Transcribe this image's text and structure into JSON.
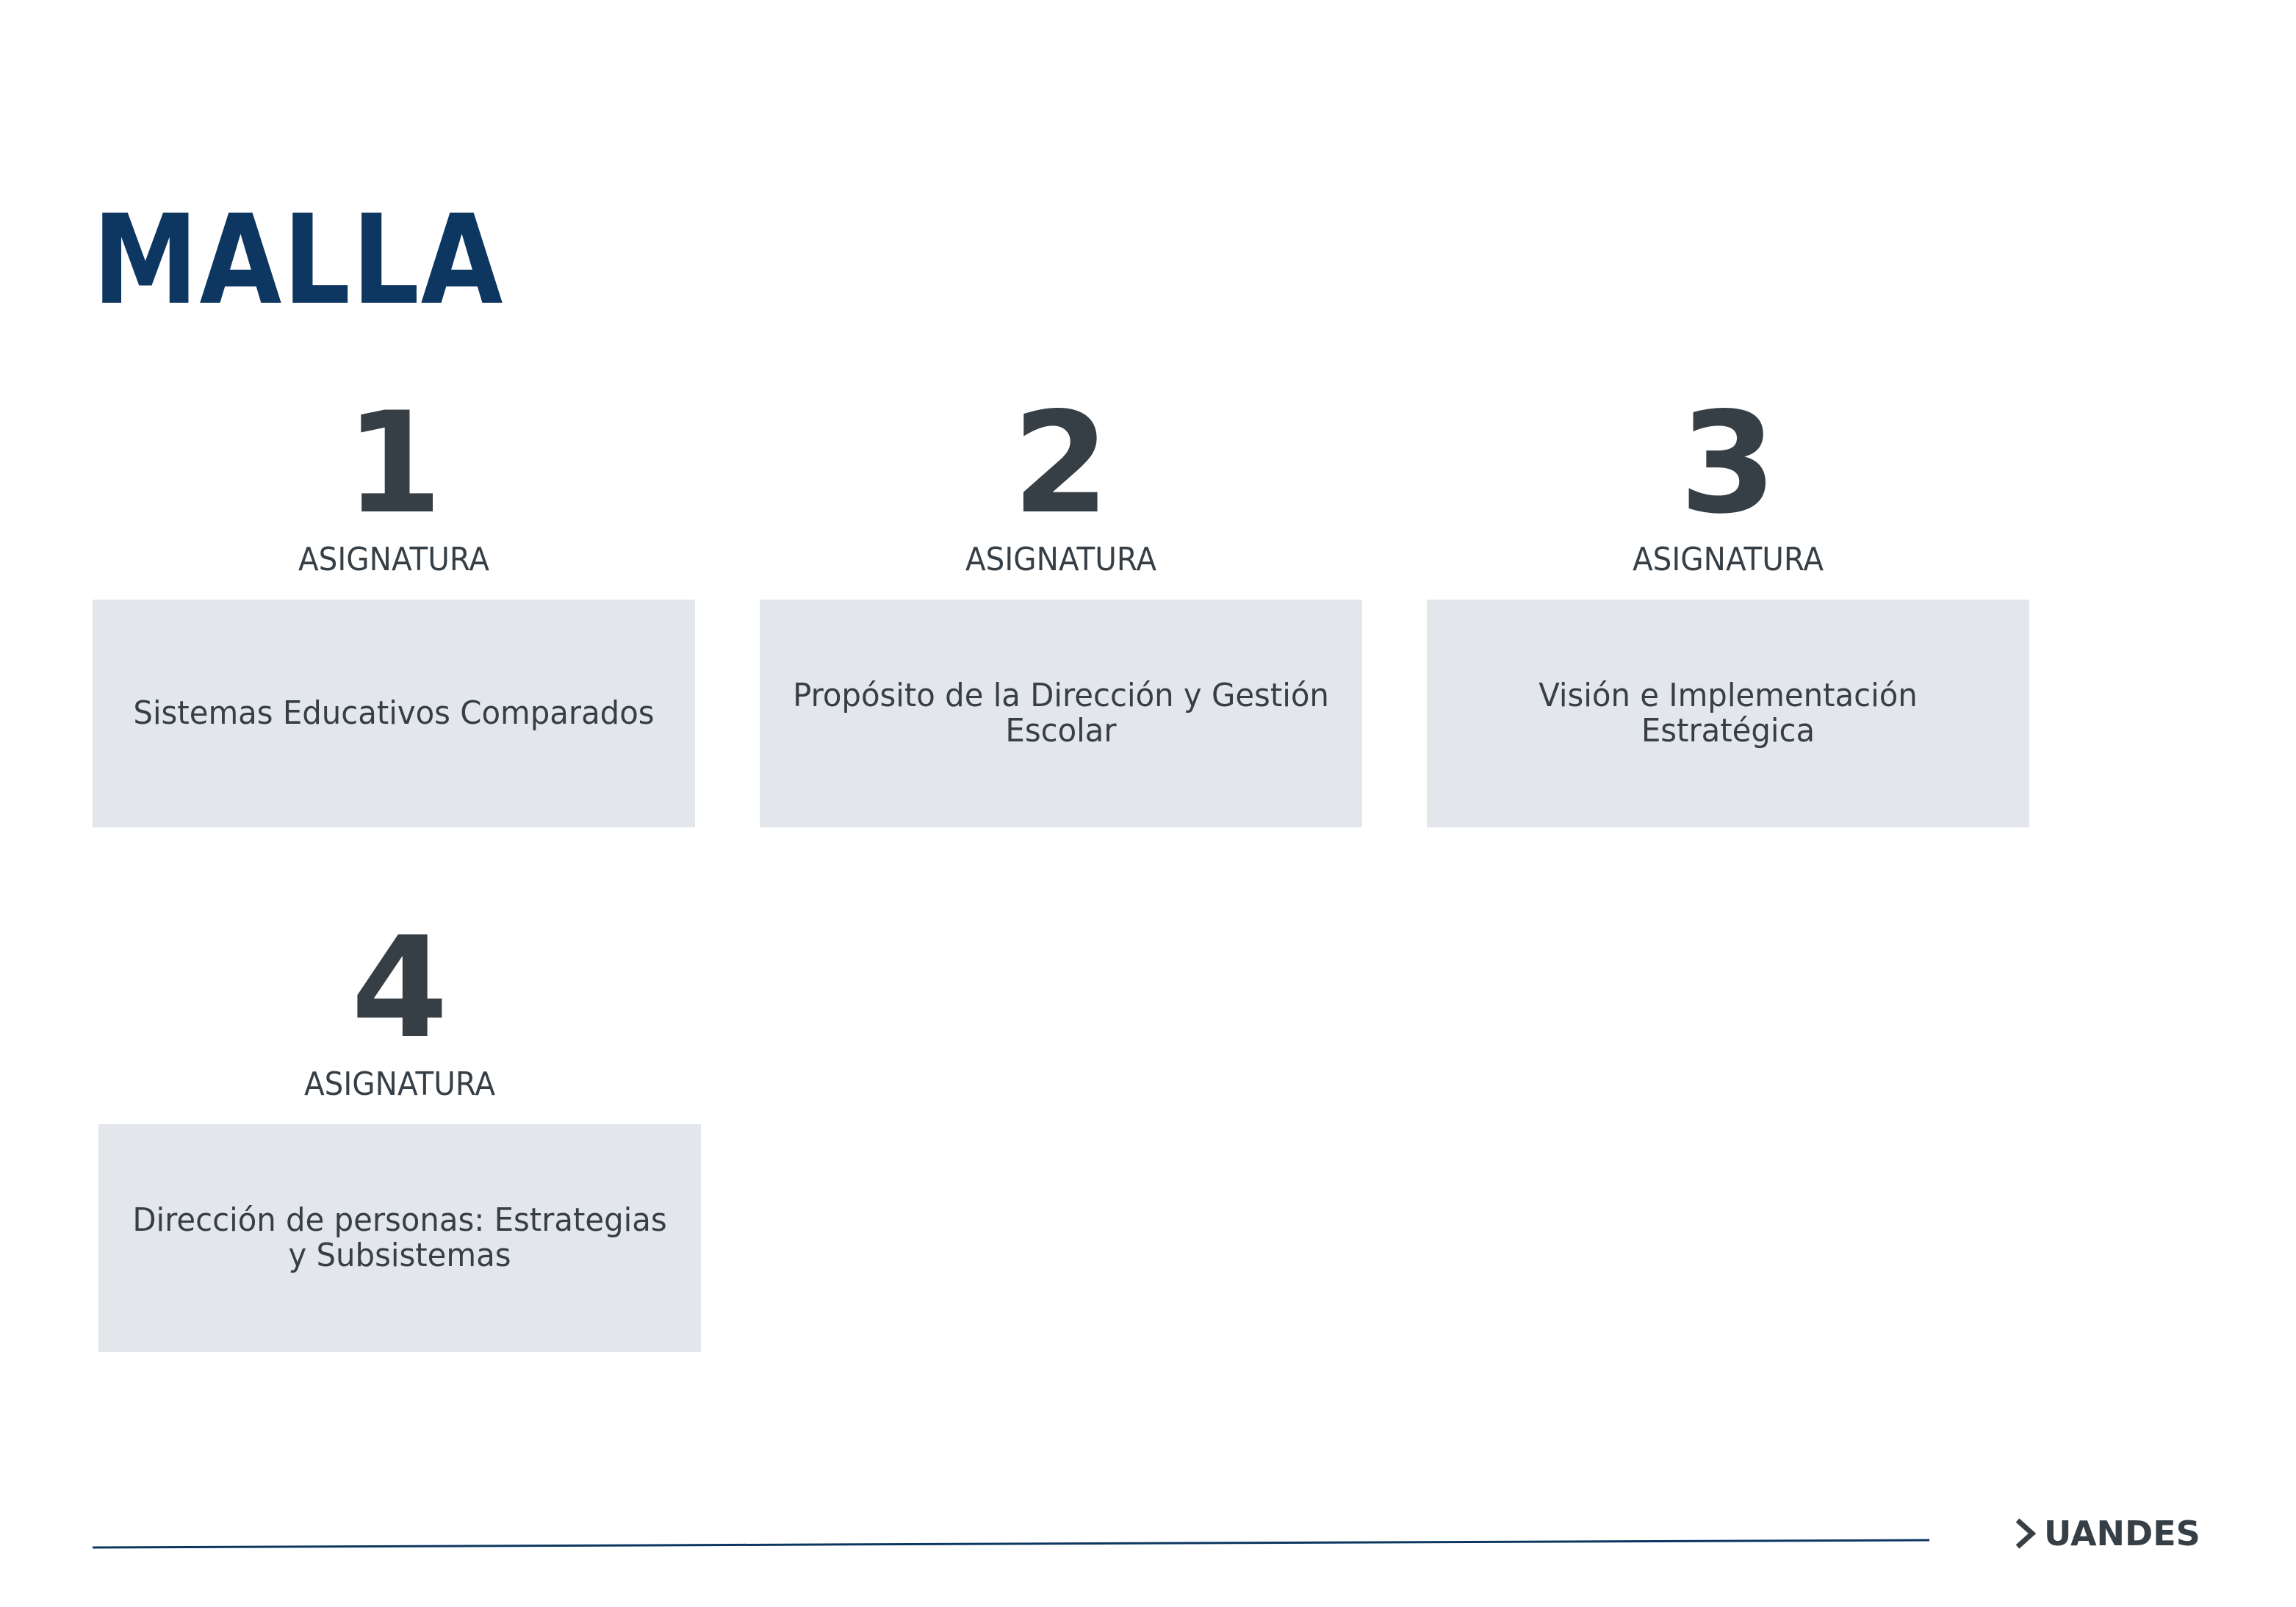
{
  "header": {
    "title": "MALLA"
  },
  "courses": [
    {
      "number": "1",
      "label": "ASIGNATURA",
      "name": "Sistemas Educativos Comparados"
    },
    {
      "number": "2",
      "label": "ASIGNATURA",
      "name": "Propósito de la Dirección y Gestión Escolar"
    },
    {
      "number": "3",
      "label": "ASIGNATURA",
      "name": "Visión e Implementación Estratégica"
    },
    {
      "number": "4",
      "label": "ASIGNATURA",
      "name": "Dirección de personas: Estrategias y Subsistemas"
    }
  ],
  "footer": {
    "logo_text": "UANDES",
    "logo_icon": "chevron-right-icon",
    "line_color": "#0d3760"
  },
  "colors": {
    "title": "#0d3760",
    "text": "#373f46",
    "box": "#e3e7eb"
  }
}
